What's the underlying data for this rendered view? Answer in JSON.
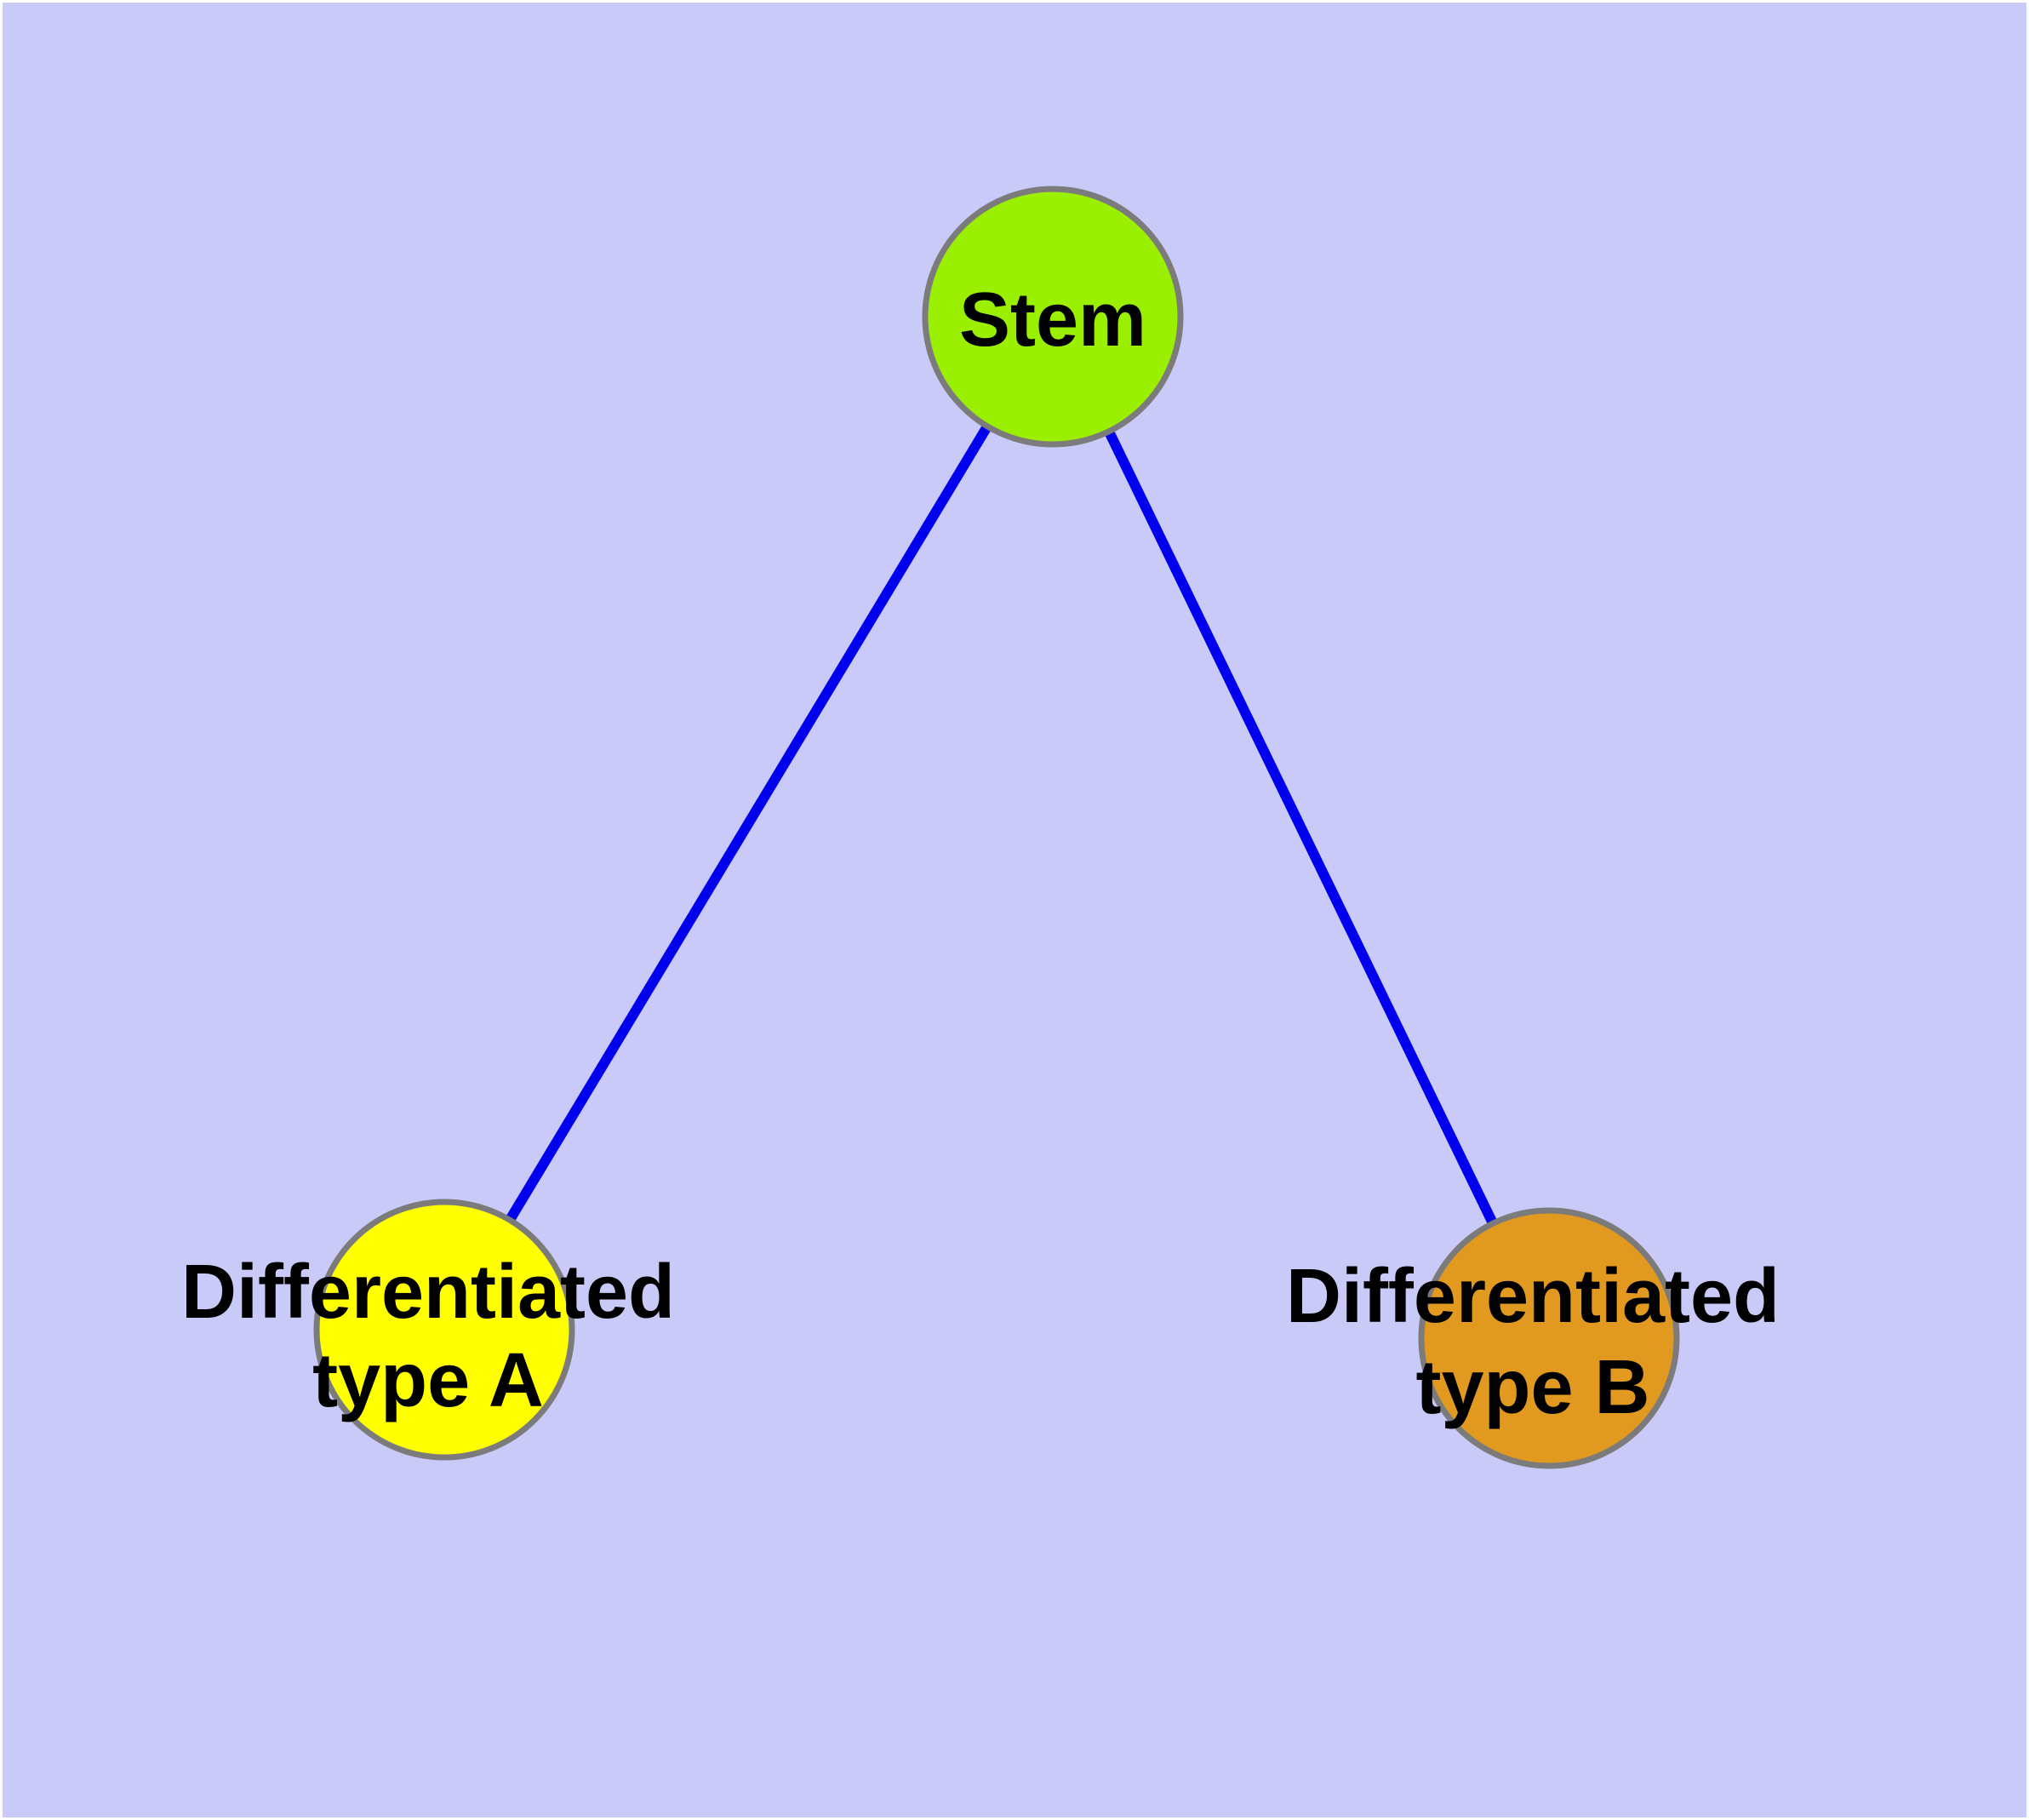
{
  "diagram": {
    "type": "node-link-graph",
    "background_color": "#cacaf8",
    "frame_color": "#ffffff",
    "edge_color": "#0000ee",
    "node_border_color": "#7b7b7b",
    "label_color": "#000000",
    "nodes": [
      {
        "name": "stem",
        "label": "Stem",
        "color": "#9bef00"
      },
      {
        "name": "differentiated-type-a",
        "label_line1": "Differentiated",
        "label_line2": "type A",
        "color": "#ffff00"
      },
      {
        "name": "differentiated-type-b",
        "label_line1": "Differentiated",
        "label_line2": "type B",
        "color": "#e2991f"
      }
    ],
    "edges": [
      {
        "from": "Stem",
        "to": "Differentiated type A"
      },
      {
        "from": "Stem",
        "to": "Differentiated type B"
      }
    ]
  }
}
